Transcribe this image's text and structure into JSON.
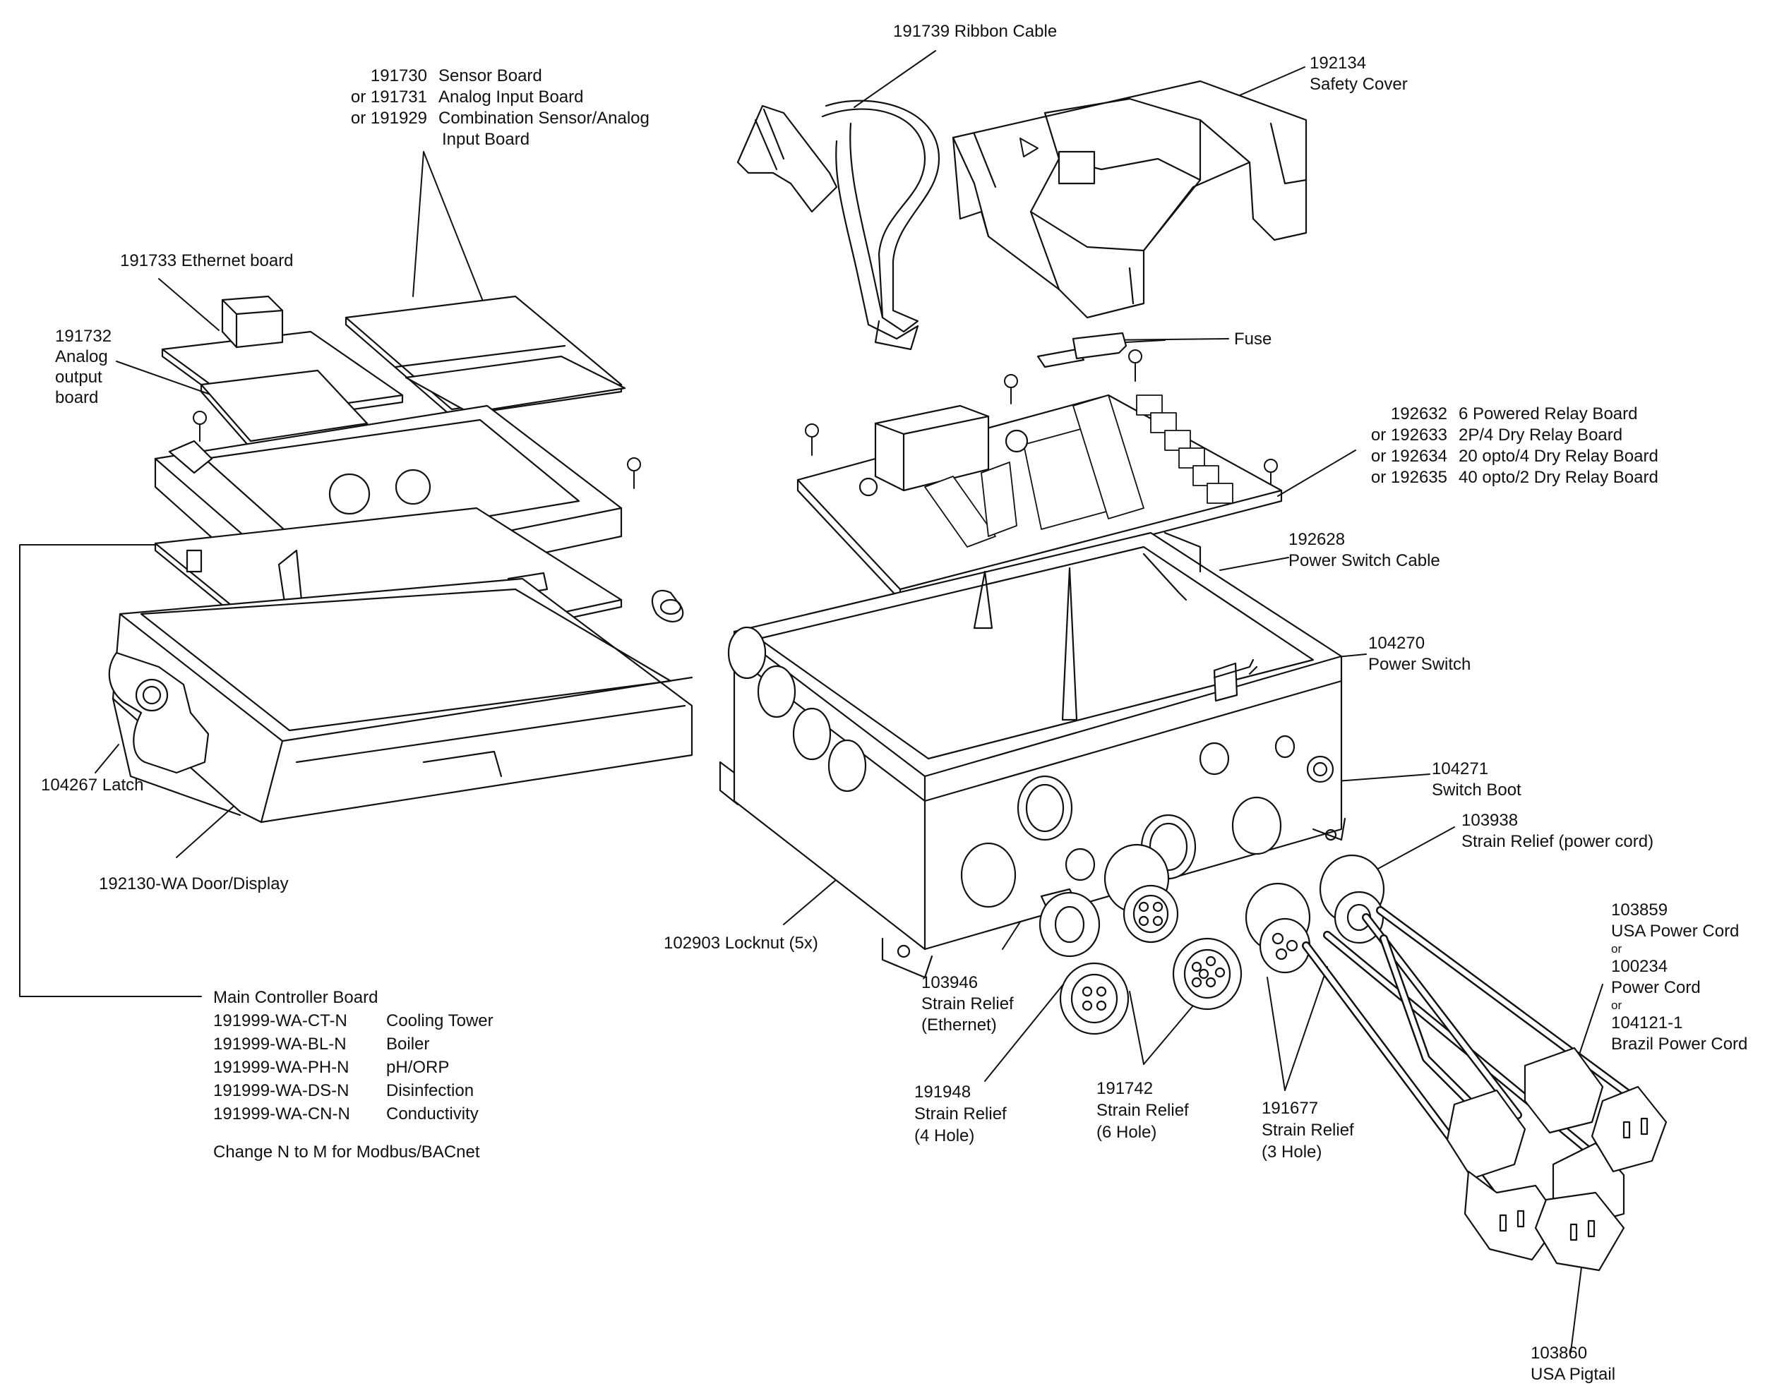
{
  "labels": {
    "ribbon": "191739 Ribbon Cable",
    "safety_cover": [
      "192134",
      "Safety Cover"
    ],
    "sensor_board": [
      {
        "prefix": "",
        "pn": "191730",
        "desc": "Sensor Board"
      },
      {
        "prefix": "or ",
        "pn": "191731",
        "desc": "Analog Input Board"
      },
      {
        "prefix": "or ",
        "pn": "191929",
        "desc": "Combination Sensor/Analog"
      },
      {
        "prefix": "",
        "pn": "",
        "desc": "Input Board"
      }
    ],
    "ethernet": "191733 Ethernet board",
    "analog_output": [
      "191732",
      "Analog",
      "output",
      "board"
    ],
    "fuse": "Fuse",
    "relay_boards": [
      {
        "prefix": "",
        "pn": "192632",
        "desc": "6 Powered Relay Board"
      },
      {
        "prefix": "or ",
        "pn": "192633",
        "desc": "2P/4 Dry Relay Board"
      },
      {
        "prefix": "or ",
        "pn": "192634",
        "desc": "20 opto/4 Dry Relay Board"
      },
      {
        "prefix": "or ",
        "pn": "192635",
        "desc": "40 opto/2 Dry Relay Board"
      }
    ],
    "power_switch_cable": [
      "192628",
      "Power Switch Cable"
    ],
    "power_switch": [
      "104270",
      "Power Switch"
    ],
    "switch_boot": [
      "104271",
      "Switch Boot"
    ],
    "strain_relief_power": [
      "103938",
      "Strain Relief (power cord)"
    ],
    "latch": "104267 Latch",
    "door_display": "192130-WA Door/Display",
    "locknut": "102903 Locknut (5x)",
    "strain_relief_ethernet": [
      "103946",
      "Strain Relief",
      "(Ethernet)"
    ],
    "power_cords": [
      "103859",
      "USA Power Cord",
      "or",
      "100234",
      "Power Cord",
      "or",
      "104121-1",
      "Brazil Power Cord"
    ],
    "main_controller": {
      "title": "Main Controller Board",
      "rows": [
        {
          "code": "191999-WA-CT-N",
          "desc": "Cooling Tower"
        },
        {
          "code": "191999-WA-BL-N",
          "desc": "Boiler"
        },
        {
          "code": "191999-WA-PH-N",
          "desc": "pH/ORP"
        },
        {
          "code": "191999-WA-DS-N",
          "desc": "Disinfection"
        },
        {
          "code": "191999-WA-CN-N",
          "desc": "Conductivity"
        }
      ],
      "note": "Change N to M for Modbus/BACnet"
    },
    "strain_relief_4": [
      "191948",
      "Strain Relief",
      "(4 Hole)"
    ],
    "strain_relief_6": [
      "191742",
      "Strain Relief",
      "(6 Hole)"
    ],
    "strain_relief_3": [
      "191677",
      "Strain Relief",
      "(3 Hole)"
    ],
    "usa_pigtail": [
      "103860",
      "USA Pigtail"
    ]
  },
  "colors": {
    "ink": "#111111",
    "paper": "#ffffff",
    "shade": "#bbbbbb"
  }
}
